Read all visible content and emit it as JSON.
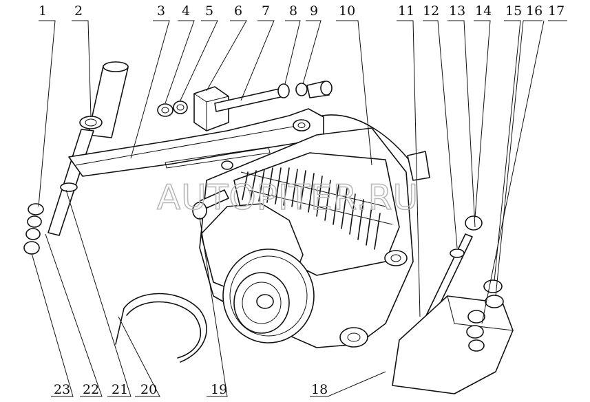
{
  "callouts": [
    {
      "id": "1",
      "text": "1"
    },
    {
      "id": "2",
      "text": "2"
    },
    {
      "id": "3",
      "text": "3"
    },
    {
      "id": "4",
      "text": "4"
    },
    {
      "id": "5",
      "text": "5"
    },
    {
      "id": "6",
      "text": "6"
    },
    {
      "id": "7",
      "text": "7"
    },
    {
      "id": "8",
      "text": "8"
    },
    {
      "id": "9",
      "text": "9"
    },
    {
      "id": "10",
      "text": "10"
    },
    {
      "id": "11",
      "text": "11"
    },
    {
      "id": "12",
      "text": "12"
    },
    {
      "id": "13",
      "text": "13"
    },
    {
      "id": "14",
      "text": "14"
    },
    {
      "id": "15",
      "text": "15"
    },
    {
      "id": "16",
      "text": "16"
    },
    {
      "id": "17",
      "text": "17"
    },
    {
      "id": "18",
      "text": "18"
    },
    {
      "id": "19",
      "text": "19"
    },
    {
      "id": "20",
      "text": "20"
    },
    {
      "id": "21",
      "text": "21"
    },
    {
      "id": "22",
      "text": "22"
    },
    {
      "id": "23",
      "text": "23"
    }
  ],
  "watermark": "AUTOPITER.RU"
}
